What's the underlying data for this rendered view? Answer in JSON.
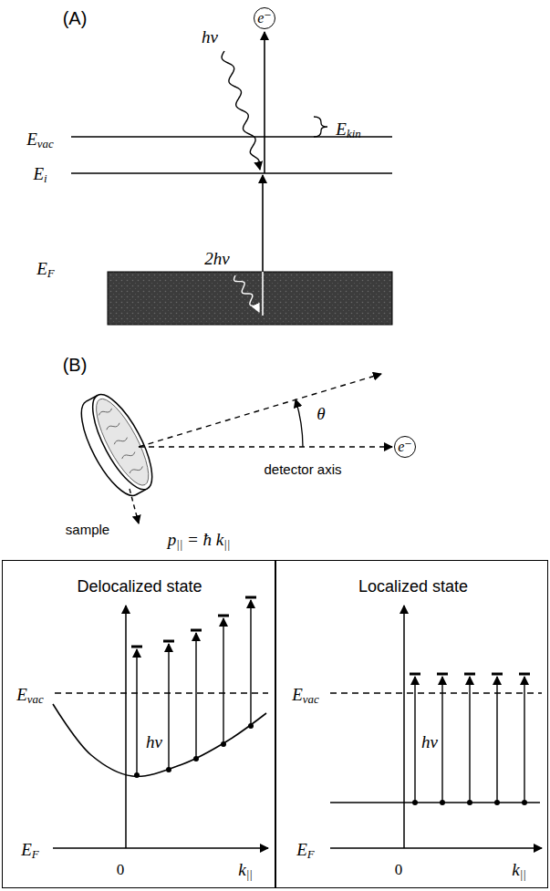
{
  "diagram": {
    "nodes": [
      {
        "text": [
          "e⁻"
        ]
      },
      {
        "text": [
          "e⁻"
        ]
      },
      {
        "text": [
          "Delocalized state",
          "Evac",
          "hν",
          "EF",
          "0",
          "k||"
        ]
      },
      {
        "text": [
          "Localized state",
          "Evac",
          "hν",
          "EF",
          "0",
          "k||"
        ]
      }
    ],
    "labels": [
      "(A)",
      "hν",
      "Evac",
      "Ekin",
      "Ei",
      "2hν",
      "EF",
      "(B)",
      "θ",
      "detector axis",
      "sample",
      "p|| = ħ k||"
    ]
  }
}
